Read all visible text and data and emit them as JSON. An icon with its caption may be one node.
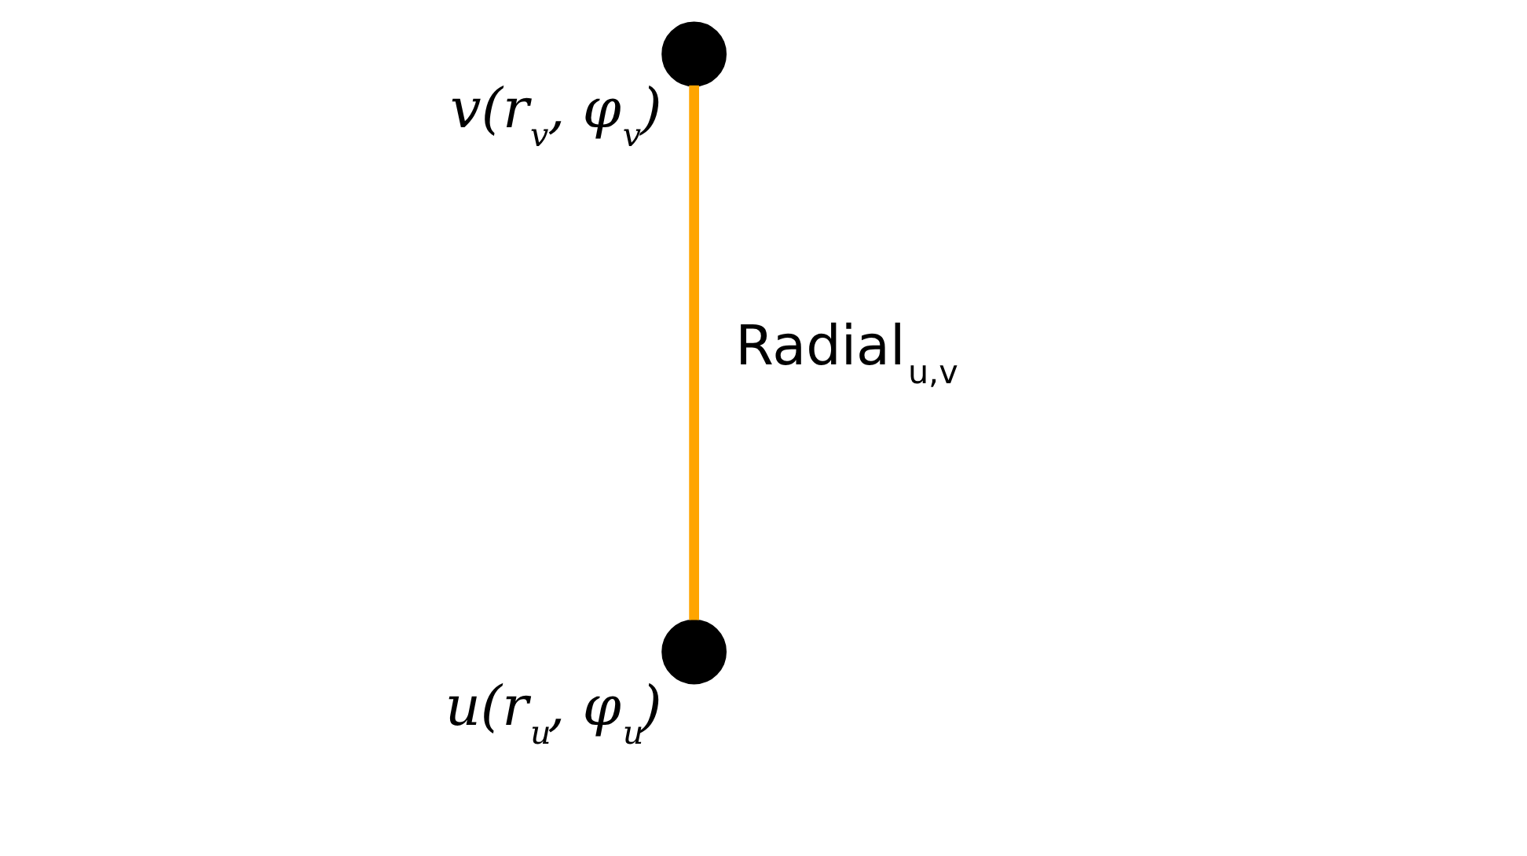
{
  "diagram": {
    "nodes": [
      {
        "text": [],
        "shape": "circle",
        "beside": [
          "u(r$_{u}$, φ$_{u}$)"
        ]
      },
      {
        "text": [],
        "shape": "circle",
        "beside": [
          "v(r$_{v}$, φ$_{v}$)"
        ]
      }
    ],
    "edges": [
      {
        "from": 0,
        "to": 1,
        "arrow": "none",
        "label": "Radial$_{u,v}$",
        "color": "#ffa500"
      }
    ]
  }
}
